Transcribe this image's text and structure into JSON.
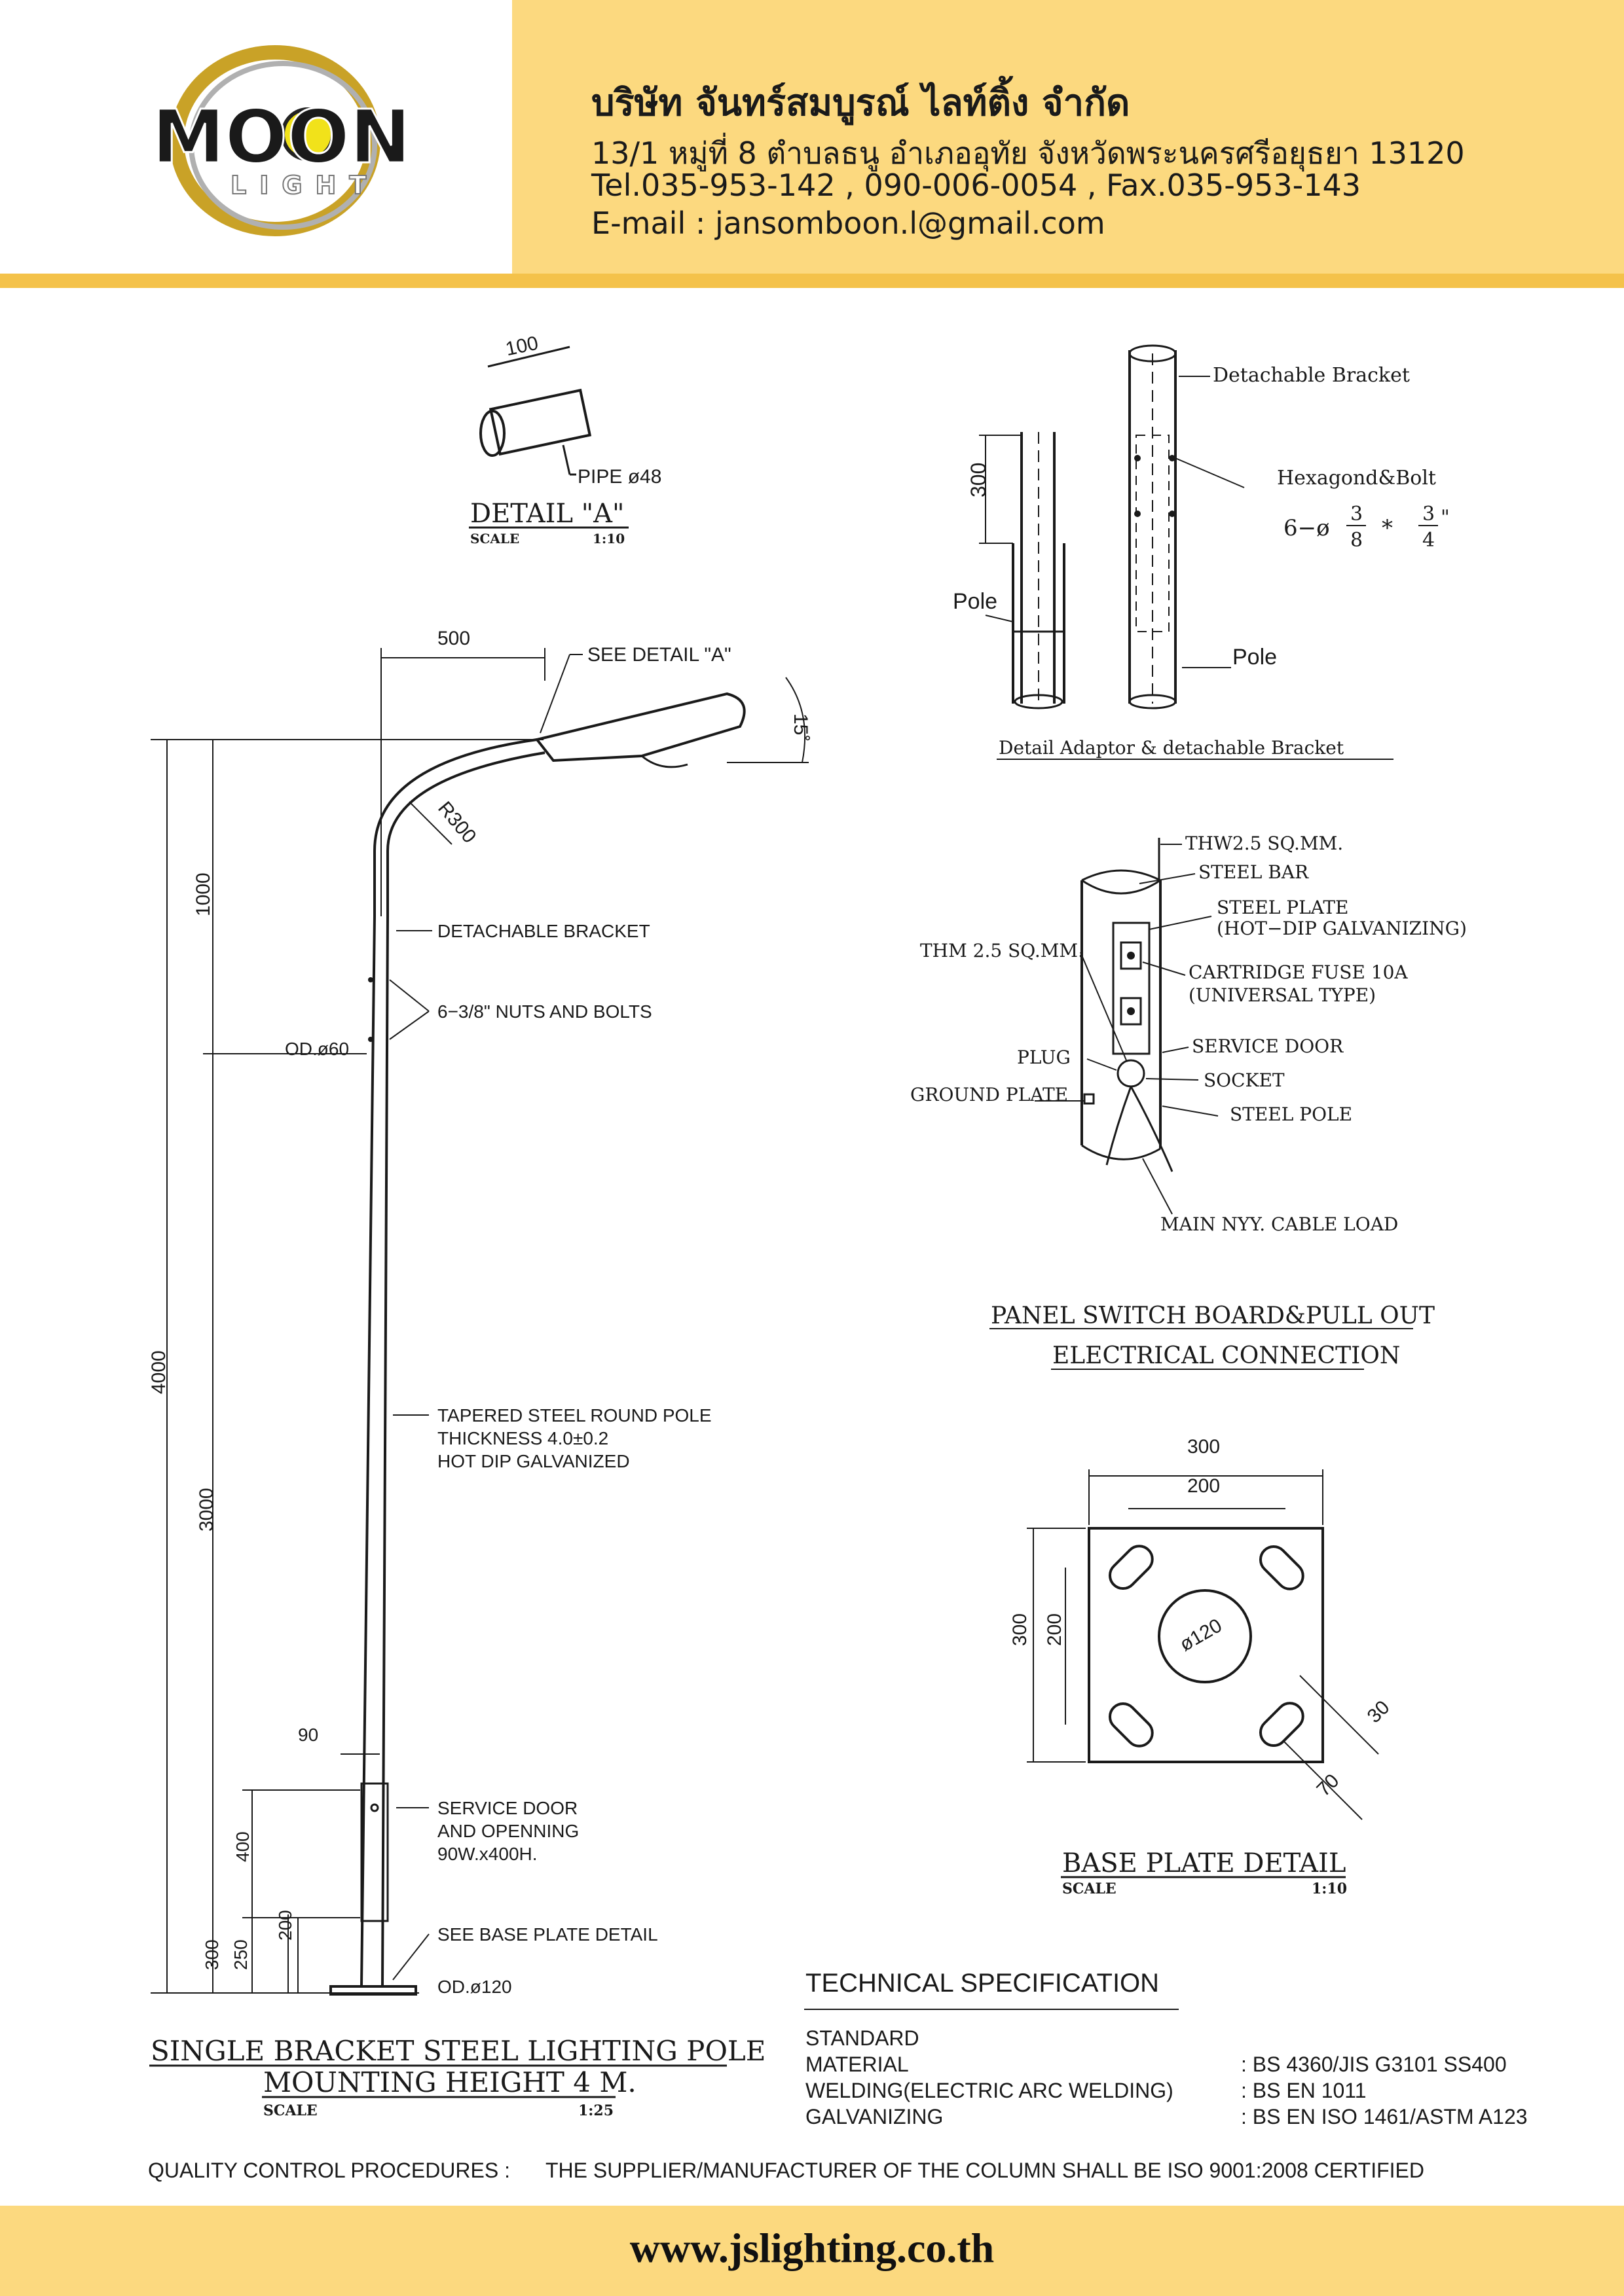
{
  "header": {
    "company_name": "บริษัท จันทร์สมบูรณ์ ไลท์ติ้ง จำกัด",
    "address": "13/1 หมู่ที่ 8 ตำบลธนู อำเภออุทัย จังหวัดพระนครศรีอยุธยา 13120",
    "contact": "Tel.035-953-142 , 090-006-0054 , Fax.035-953-143",
    "email": "E-mail : jansomboon.l@gmail.com"
  },
  "logo": {
    "text_top": "MOON",
    "text_bottom": "LIGHT"
  },
  "detail_a": {
    "dim": "100",
    "pipe": "PIPE ø48",
    "title": "DETAIL \"A\"",
    "scale_label": "SCALE",
    "scale": "1:10"
  },
  "adaptor": {
    "dim": "300",
    "pole_left": "Pole",
    "pole_right": "Pole",
    "bracket": "Detachable Bracket",
    "bolt": "Hexagond&Bolt",
    "bolt_spec_prefix": "6−ø",
    "frac1_num": "3",
    "frac1_den": "8",
    "times": "*",
    "frac2_num": "3",
    "frac2_den": "4",
    "inch": "\"",
    "title": "Detail Adaptor & detachable Bracket"
  },
  "pole": {
    "dim_500": "500",
    "see_detail_a": "SEE DETAIL \"A\"",
    "angle": "15˚",
    "radius": "R300",
    "dim_1000": "1000",
    "dim_4000": "4000",
    "dim_3000": "3000",
    "dim_90": "90",
    "dim_400": "400",
    "dim_200": "200",
    "dim_250": "250",
    "dim_300": "300",
    "od60": "OD.ø60",
    "od120": "OD.ø120",
    "detachable_bracket": "DETACHABLE BRACKET",
    "nuts_bolts": "6−3/8\" NUTS AND BOLTS",
    "tapered_1": "TAPERED STEEL ROUND POLE",
    "tapered_2": "THICKNESS 4.0±0.2",
    "tapered_3": "HOT DIP GALVANIZED",
    "service_1": "SERVICE DOOR",
    "service_2": "AND OPENNING",
    "service_3": "90W.x400H.",
    "see_base": "SEE BASE PLATE DETAIL",
    "title_1": "SINGLE BRACKET STEEL LIGHTING POLE",
    "title_2": "MOUNTING HEIGHT 4 M.",
    "scale_label": "SCALE",
    "scale": "1:25"
  },
  "panel": {
    "thw": "THW2.5 SQ.MM.",
    "steel_bar": "STEEL BAR",
    "steel_plate_1": "STEEL PLATE",
    "steel_plate_2": "(HOT−DIP GALVANIZING)",
    "thm": "THM 2.5 SQ.MM.",
    "fuse_1": "CARTRIDGE FUSE 10A",
    "fuse_2": "(UNIVERSAL TYPE)",
    "plug": "PLUG",
    "service_door": "SERVICE DOOR",
    "socket": "SOCKET",
    "ground_plate": "GROUND PLATE",
    "steel_pole": "STEEL POLE",
    "cable": "MAIN NYY. CABLE LOAD",
    "title_1": "PANEL SWITCH BOARD&PULL OUT",
    "title_2": "ELECTRICAL CONNECTION"
  },
  "base_plate": {
    "dim_300_top": "300",
    "dim_200_top": "200",
    "dim_300_left": "300",
    "dim_200_left": "200",
    "dia": "ø120",
    "dim_30": "30",
    "dim_70": "70",
    "title": "BASE PLATE DETAIL",
    "scale_label": "SCALE",
    "scale": "1:10"
  },
  "spec": {
    "title": "TECHNICAL SPECIFICATION",
    "rows": [
      {
        "label": "STANDARD",
        "value": ""
      },
      {
        "label": "MATERIAL",
        "value": ": BS 4360/JIS G3101 SS400"
      },
      {
        "label": "WELDING(ELECTRIC ARC WELDING)",
        "value": ": BS EN 1011"
      },
      {
        "label": "GALVANIZING",
        "value": ": BS EN ISO 1461/ASTM A123"
      }
    ]
  },
  "quality": {
    "label": "QUALITY CONTROL PROCEDURES  :",
    "text": "THE SUPPLIER/MANUFACTURER OF THE COLUMN SHALL BE ISO 9001:2008 CERTIFIED"
  },
  "footer": {
    "website": "www.jslighting.co.th"
  },
  "colors": {
    "header_bg": "#fcd97f",
    "header_stripe": "#f4c24a",
    "logo_gold": "#c9a227",
    "logo_silver": "#9a9a9a",
    "ink": "#1a1a1a"
  }
}
